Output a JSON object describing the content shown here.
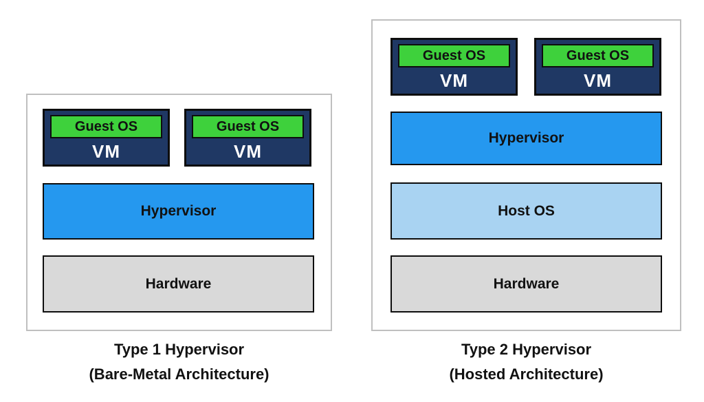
{
  "colors": {
    "page_background": "#ffffff",
    "panel_border": "#bfbfbf",
    "box_border": "#0d0d0d",
    "vm_fill": "#1f3864",
    "vm_text": "#ffffff",
    "guest_os_fill": "#3ed13c",
    "guest_os_text": "#111111",
    "hypervisor_fill": "#2598ef",
    "host_os_fill": "#a9d3f2",
    "hardware_fill": "#d9d9d9",
    "caption_text": "#111111"
  },
  "diagrams": [
    {
      "vms": [
        {
          "guest_os_label": "Guest OS",
          "vm_label": "VM"
        },
        {
          "guest_os_label": "Guest OS",
          "vm_label": "VM"
        }
      ],
      "layers": [
        {
          "label": "Hypervisor"
        },
        {
          "label": "Hardware"
        }
      ],
      "caption_line1": "Type 1 Hypervisor",
      "caption_line2": "(Bare-Metal Architecture)"
    },
    {
      "vms": [
        {
          "guest_os_label": "Guest OS",
          "vm_label": "VM"
        },
        {
          "guest_os_label": "Guest OS",
          "vm_label": "VM"
        }
      ],
      "layers": [
        {
          "label": "Hypervisor"
        },
        {
          "label": "Host OS"
        },
        {
          "label": "Hardware"
        }
      ],
      "caption_line1": "Type 2 Hypervisor",
      "caption_line2": "(Hosted Architecture)"
    }
  ]
}
